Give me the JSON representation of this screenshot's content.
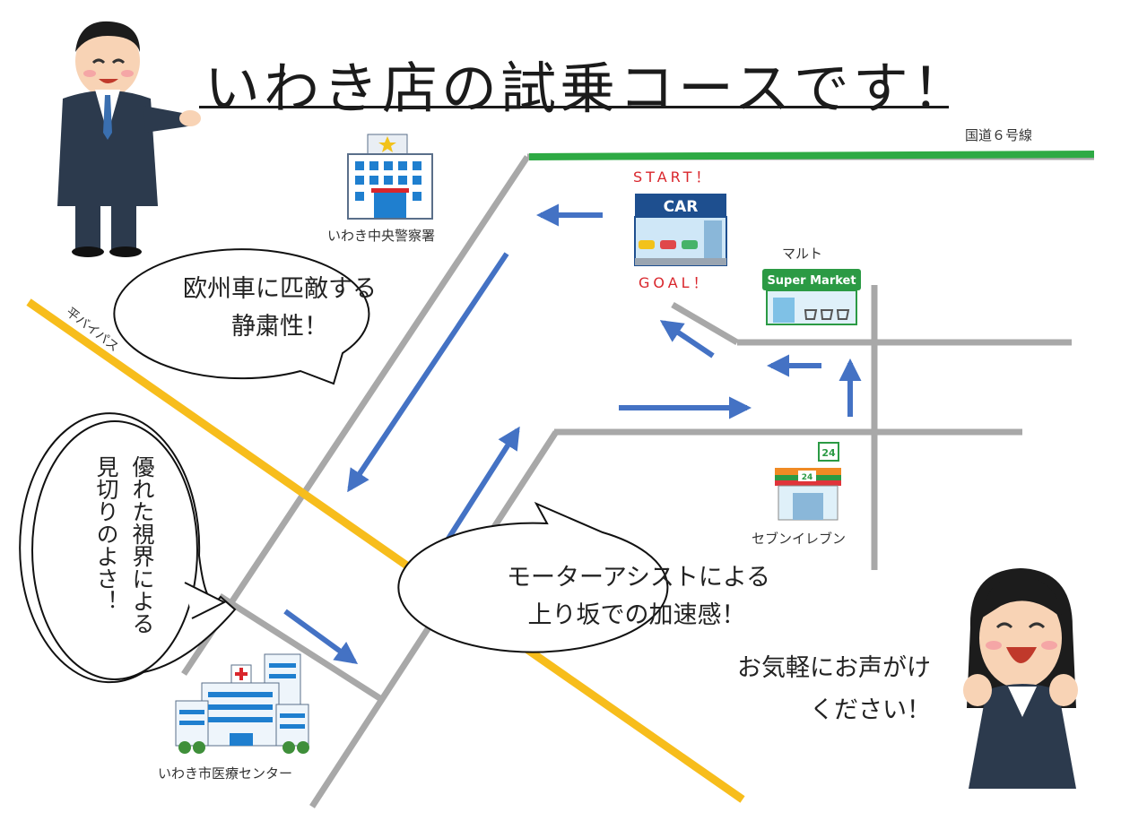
{
  "title": "いわき店の試乗コースです！",
  "roads": {
    "route6": "国道６号線",
    "bypass": "平バイパス"
  },
  "places": {
    "police": "いわき中央警察署",
    "hospital": "いわき市医療センター",
    "supermarket": "マルト",
    "supermarket_sign": "Super Market",
    "convenience": "セブンイレブン",
    "convenience_sign": "24",
    "dealer_sign": "CAR",
    "start": "START！",
    "goal": "GOAL！"
  },
  "bubbles": {
    "quiet_line1": "欧州車に匹敵する",
    "quiet_line2": "静粛性！",
    "view_line1": "優れた視界による",
    "view_line2": "見切りのよさ！",
    "assist_line1": "モーターアシストによる",
    "assist_line2": "上り坂での加速感！"
  },
  "cheer": {
    "line1": "お気軽にお声がけ",
    "line2": "ください！"
  },
  "colors": {
    "route6": "#2eaa44",
    "bypass": "#f7bd1c",
    "street": "#a8a8a8",
    "arrow": "#4472c4"
  }
}
